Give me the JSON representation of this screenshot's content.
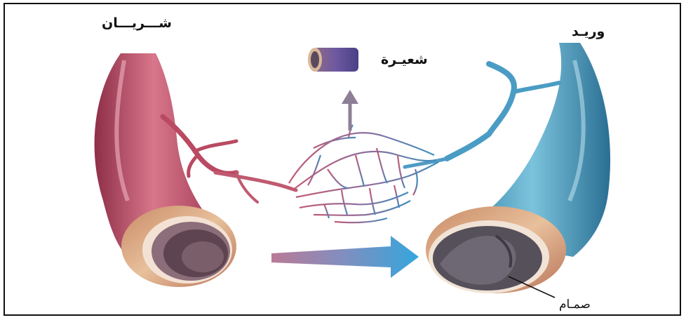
{
  "labels": {
    "artery": "شـــريـــان",
    "vein": "وريـد",
    "capillary": "شعيـرة",
    "valve": "صمـام"
  },
  "colors": {
    "artery": "#c45a6d",
    "vein": "#4fa4c8",
    "arrow": "#3a9fd4",
    "tissue": "#d9a47e"
  }
}
